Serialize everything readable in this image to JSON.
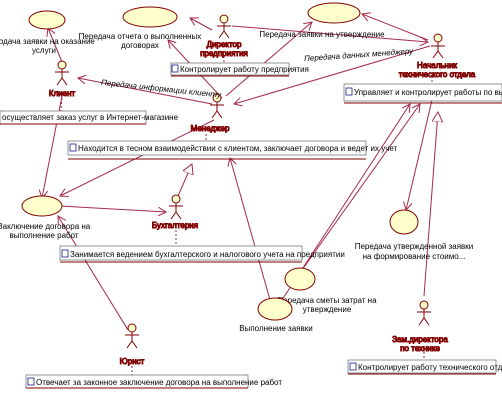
{
  "actors": {
    "director": [
      "Директор",
      "предприятия"
    ],
    "chief": [
      "Начальник",
      "технического отдела"
    ],
    "client": [
      "Клиент"
    ],
    "manager": [
      "Менеджер"
    ],
    "accounting": [
      "Бухгалтерия"
    ],
    "lawyer": [
      "Юрист"
    ],
    "deputy": [
      "Зам.директора",
      "по технике"
    ]
  },
  "usecases": {
    "submit": [
      "Подача заявки на оказание",
      "услуги"
    ],
    "report": [
      "Передача отчета о выполненных",
      "договорах"
    ],
    "approval": [
      "Передача заявки на утверждение"
    ],
    "contract": [
      "Заключение договора на",
      "выполнение работ"
    ],
    "approved_transfer": [
      "Передача утвержденной заявки",
      "на формирование стоимо..."
    ],
    "estimate": [
      "Передача сметы затрат на",
      "утверждение"
    ],
    "execution": [
      "Выполнение заявки"
    ]
  },
  "associations": {
    "info_to_client": "Передача информации клиенту",
    "manager_data": "Передача данных менеджеру"
  },
  "notes": {
    "client": "осуществляет заказ услуг в Интернет-магазине",
    "director": "Контролирует работу предприятия",
    "chief": "Управляет и контролирует работы по выполнени",
    "manager": "Находится в тесном взаимодействии с клиентом, заключает договора и ведет их учет",
    "accounting": "Занимается ведением бухгалтерского и налогового учета на предприятии",
    "deputy": "Контролирует работу технического отдела",
    "lawyer": "Отвечает за законное заключение договора на выполнение работ"
  },
  "colors": {
    "line": "#a52a4a",
    "usecase_fill": "#ffffcc",
    "usecase_stroke": "#800000",
    "note_icon": "#1a1a8c"
  }
}
